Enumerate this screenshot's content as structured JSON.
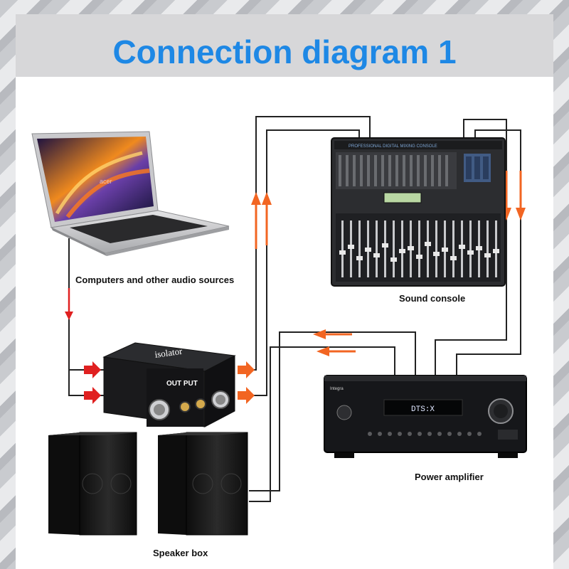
{
  "header": {
    "title": "Connection diagram 1"
  },
  "labels": {
    "computer": "Computers and other audio sources",
    "console": "Sound console",
    "amplifier": "Power amplifier",
    "speaker": "Speaker box"
  },
  "devices": {
    "isolator": {
      "top_text": "isolator",
      "output_label": "OUT PUT"
    },
    "console": {
      "display_text": "PROFESSIONAL DIGITAL MIXING CONSOLE"
    },
    "amplifier": {
      "display_text": "DTS:X",
      "brand": "Integra"
    },
    "laptop": {
      "brand": "acer"
    }
  },
  "colors": {
    "title": "#1e88e5",
    "arrow_orange": "#f26522",
    "arrow_red": "#e02020",
    "cable": "#222222"
  }
}
